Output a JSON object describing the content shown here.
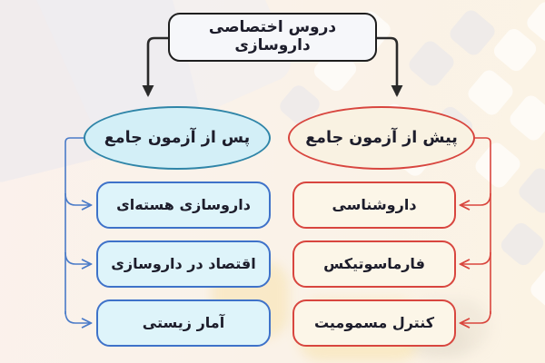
{
  "diagram": {
    "title": "دروس اختصاصی داروسازی",
    "left_branch": {
      "label": "پس از آزمون جامع",
      "items": [
        "داروسازی هسته‌ای",
        "اقتصاد در داروسازی",
        "آمار زیستی"
      ]
    },
    "right_branch": {
      "label": "پیش از آزمون جامع",
      "items": [
        "داروشناسی",
        "فارماسوتیکس",
        "کنترل مسمومیت"
      ]
    },
    "colors": {
      "background": "#faf2e9",
      "title_border": "#1e1e1e",
      "left_accent": "#2f85a8",
      "left_item_border": "#3e72c9",
      "left_fill": "#def4fa",
      "right_accent": "#d8463f",
      "right_fill": "#fcf6e8",
      "arrow": "#2a2a2a"
    }
  }
}
